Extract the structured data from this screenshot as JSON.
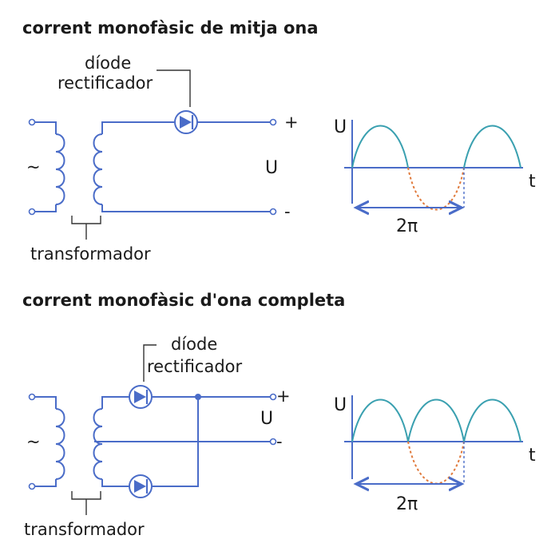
{
  "half_wave": {
    "title": "corrent monofàsic de mitja ona",
    "diode_label_line1": "díode",
    "diode_label_line2": "rectificador",
    "transformer_label": "transformador",
    "source_symbol": "~",
    "plus": "+",
    "minus": "-",
    "voltage_label": "U",
    "graph": {
      "y_label": "U",
      "x_label": "t",
      "period_label": "2π"
    }
  },
  "full_wave": {
    "title": "corrent monofàsic d'ona completa",
    "diode_label_line1": "díode",
    "diode_label_line2": "rectificador",
    "transformer_label": "transformador",
    "source_symbol": "~",
    "plus": "+",
    "minus": "-",
    "voltage_label": "U",
    "graph": {
      "y_label": "U",
      "x_label": "t",
      "period_label": "2π"
    }
  },
  "colors": {
    "wire": "#4a6cc8",
    "wave": "#3aa0b0",
    "negative_half": "#e07a3c"
  }
}
